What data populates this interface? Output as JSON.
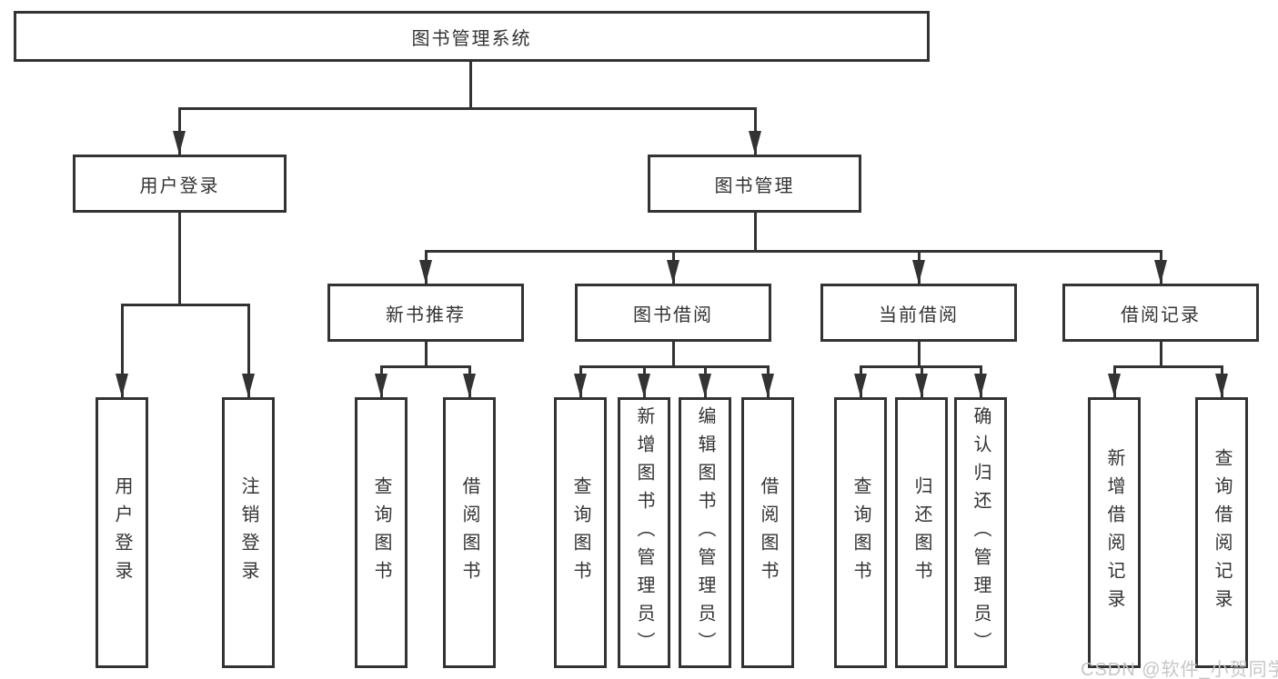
{
  "title": "图书管理系统",
  "level2": [
    "用户登录",
    "图书管理"
  ],
  "level3": [
    "新书推荐",
    "图书借阅",
    "当前借阅",
    "借阅记录"
  ],
  "leaves": {
    "user_login": [
      "用户登录",
      "注销登录"
    ],
    "new_book_recommend": [
      "查询图书",
      "借阅图书"
    ],
    "book_borrow": [
      "查询图书",
      "新增图书（管理员）",
      "编辑图书（管理员）",
      "借阅图书"
    ],
    "current_borrow": [
      "查询图书",
      "归还图书",
      "确认归还（管理员）"
    ],
    "borrow_record": [
      "新增借阅记录",
      "查询借阅记录"
    ]
  },
  "watermark": "CSDN @软件_小贺同学",
  "colors": {
    "line": "#333333",
    "text": "#333333",
    "watermark": "#c6c6c6",
    "background": "#ffffff"
  }
}
